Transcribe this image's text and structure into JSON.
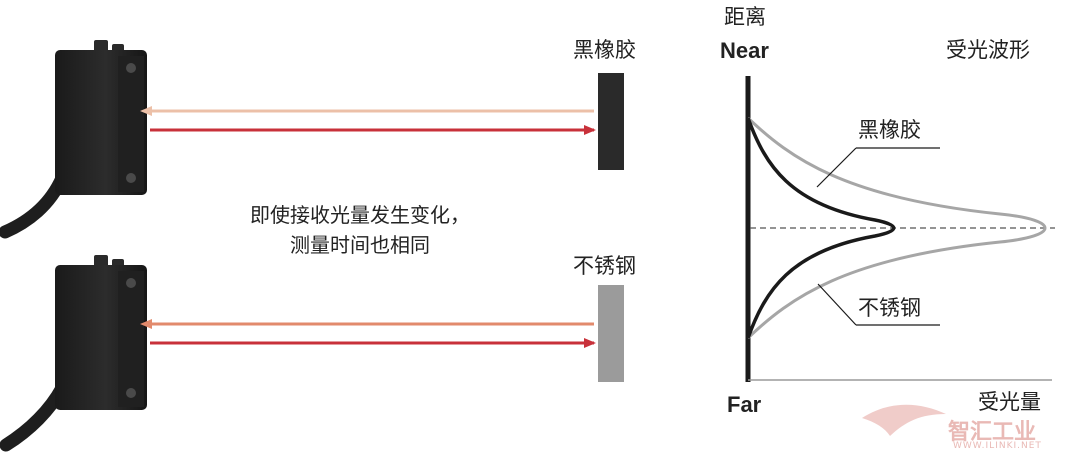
{
  "targets": {
    "black_rubber": "黑橡胶",
    "stainless_steel": "不锈钢"
  },
  "message": {
    "line1": "即使接收光量发生变化，",
    "line2": "测量时间也相同"
  },
  "graph": {
    "y_axis_title": "距离",
    "near": "Near",
    "far": "Far",
    "x_axis_label": "受光量",
    "title": "受光波形",
    "curve_black_label": "黑橡胶",
    "curve_steel_label": "不锈钢"
  },
  "watermark": {
    "brand": "智汇工业",
    "url": "WWW.ILINKI.NET"
  },
  "colors": {
    "emit_beam": "#c8313a",
    "return_beam_black": "#ecc0a8",
    "return_beam_steel": "#e28a6c",
    "black_rubber_target": "#2a2a2a",
    "stainless_target": "#9b9b9b",
    "curve_black": "#1a1a1a",
    "curve_steel": "#a6a6a6"
  }
}
